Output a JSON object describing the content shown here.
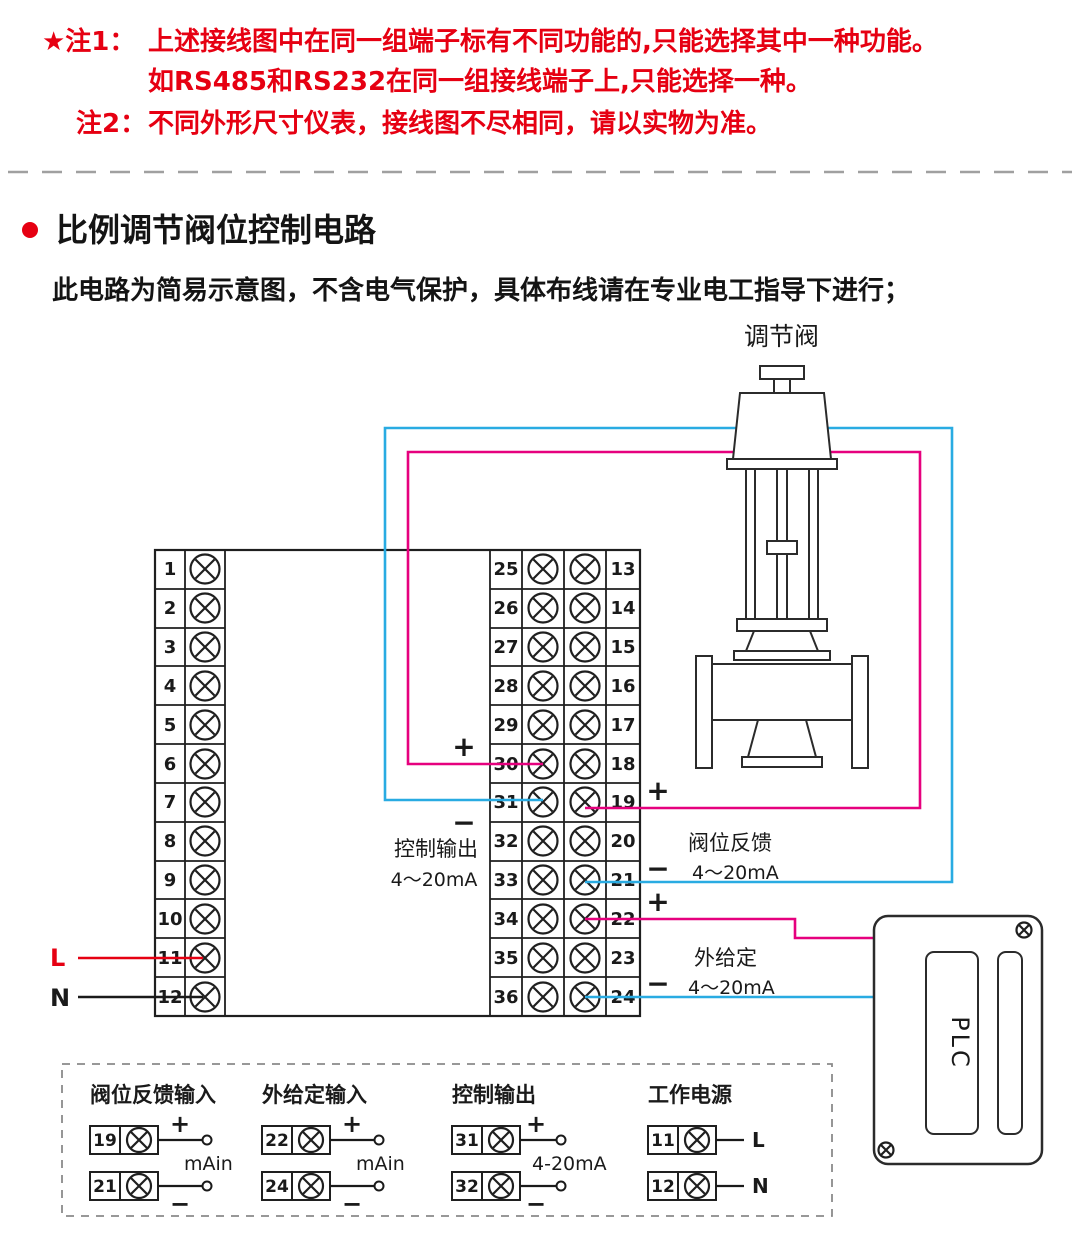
{
  "notes": {
    "note1_label": "★注1：",
    "note1_line1": "上述接线图中在同一组端子标有不同功能的,只能选择其中一种功能。",
    "note1_line2": "如RS485和RS232在同一组接线端子上,只能选择一种。",
    "note2_label": "注2：",
    "note2_text": "不同外形尺寸仪表，接线图不尽相同，请以实物为准。"
  },
  "section": {
    "title": "比例调节阀位控制电路",
    "subtitle": "此电路为简易示意图，不含电气保护，具体布线请在专业电工指导下进行；"
  },
  "diagram": {
    "valve_label": "调节阀",
    "plc_label": "PLC",
    "line_labels": {
      "live": "L",
      "neutral": "N"
    },
    "signs": {
      "plus": "+",
      "minus": "−"
    },
    "left_terminals": [
      "1",
      "2",
      "3",
      "4",
      "5",
      "6",
      "7",
      "8",
      "9",
      "10",
      "11",
      "12"
    ],
    "mid_left_terminals": [
      "25",
      "26",
      "27",
      "28",
      "29",
      "30",
      "31",
      "32",
      "33",
      "34",
      "35",
      "36"
    ],
    "mid_right_terminals": [
      "13",
      "14",
      "15",
      "16",
      "17",
      "18",
      "19",
      "20",
      "21",
      "22",
      "23",
      "24"
    ],
    "labels": {
      "control_output": "控制输出",
      "control_output_range": "4～20mA",
      "valve_feedback": "阀位反馈",
      "valve_feedback_range": "4～20mA",
      "external_setpoint": "外给定",
      "external_setpoint_range": "4～20mA"
    },
    "colors": {
      "note_red": "#e60012",
      "wire_pink": "#e6007e",
      "wire_blue": "#29abe2",
      "wire_red": "#e60012",
      "wire_black": "#1a1a1a"
    }
  },
  "legend": {
    "groups": [
      {
        "title": "阀位反馈输入",
        "caption": "mAin",
        "rows": [
          {
            "num": "19",
            "sign": "+"
          },
          {
            "num": "21",
            "sign": "−"
          }
        ]
      },
      {
        "title": "外给定输入",
        "caption": "mAin",
        "rows": [
          {
            "num": "22",
            "sign": "+"
          },
          {
            "num": "24",
            "sign": "−"
          }
        ]
      },
      {
        "title": "控制输出",
        "caption": "4-20mA",
        "rows": [
          {
            "num": "31",
            "sign": "+"
          },
          {
            "num": "32",
            "sign": "−"
          }
        ]
      },
      {
        "title": "工作电源",
        "caption": "",
        "rows": [
          {
            "num": "11",
            "sign": "L"
          },
          {
            "num": "12",
            "sign": "N"
          }
        ]
      }
    ]
  }
}
